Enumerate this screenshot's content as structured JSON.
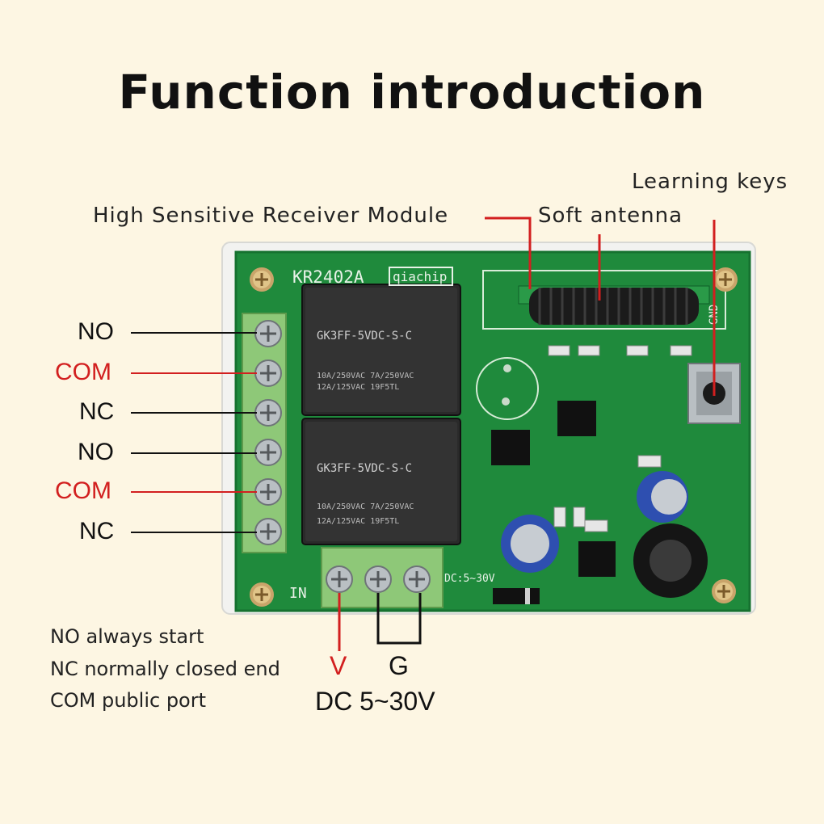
{
  "title": "Function introduction",
  "callouts": {
    "learning_keys": "Learning keys",
    "receiver_module": "High Sensitive Receiver Module",
    "soft_antenna": "Soft antenna"
  },
  "terminals": [
    {
      "label": "NO",
      "color": "#111111"
    },
    {
      "label": "COM",
      "color": "#d21f1f"
    },
    {
      "label": "NC",
      "color": "#111111"
    },
    {
      "label": "NO",
      "color": "#111111"
    },
    {
      "label": "COM",
      "color": "#d21f1f"
    },
    {
      "label": "NC",
      "color": "#111111"
    }
  ],
  "board": {
    "model": "KR2402A",
    "brand": "qiachip",
    "relay_model": "GK3FF-5VDC-S-C",
    "relay_rating_1": "10A/250VAC 7A/250VAC",
    "relay_rating_2": "12A/125VAC 19F5TL",
    "input_label": "IN",
    "dc_silk": "DC:5~30V"
  },
  "notes": [
    "NO always start",
    "NC normally closed end",
    "COM public port"
  ],
  "power": {
    "v_label": "V",
    "g_label": "G",
    "dc_range": "DC 5~30V"
  },
  "colors": {
    "background": "#fdf6e3",
    "pcb": "#1f8a3c",
    "terminal_block": "#8ec878",
    "relay": "#2a2a2a",
    "callout_red": "#d21f1f"
  }
}
